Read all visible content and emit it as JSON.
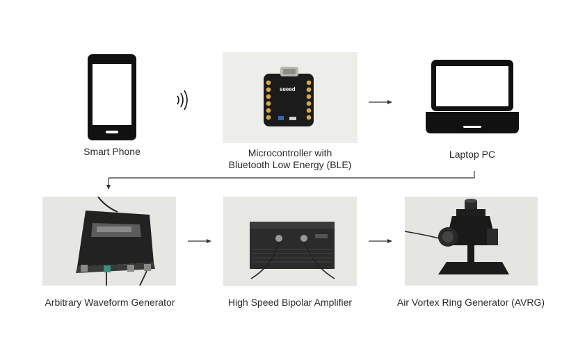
{
  "diagram": {
    "top_row": [
      {
        "id": "smart-phone",
        "label": "Smart Phone"
      },
      {
        "id": "microcontroller",
        "label_line1": "Microcontroller with",
        "label_line2": "Bluetooth Low Energy (BLE)"
      },
      {
        "id": "laptop",
        "label": "Laptop PC"
      }
    ],
    "bottom_row": [
      {
        "id": "awg",
        "label": "Arbitrary Waveform Generator"
      },
      {
        "id": "amplifier",
        "label": "High Speed Bipolar Amplifier"
      },
      {
        "id": "avrg",
        "label": "Air Vortex Ring Generator (AVRG)"
      }
    ],
    "board_brand": "seeed",
    "colors": {
      "icon": "#111111",
      "arrow": "#333333",
      "photo_bg": "#e9e9e6"
    }
  }
}
